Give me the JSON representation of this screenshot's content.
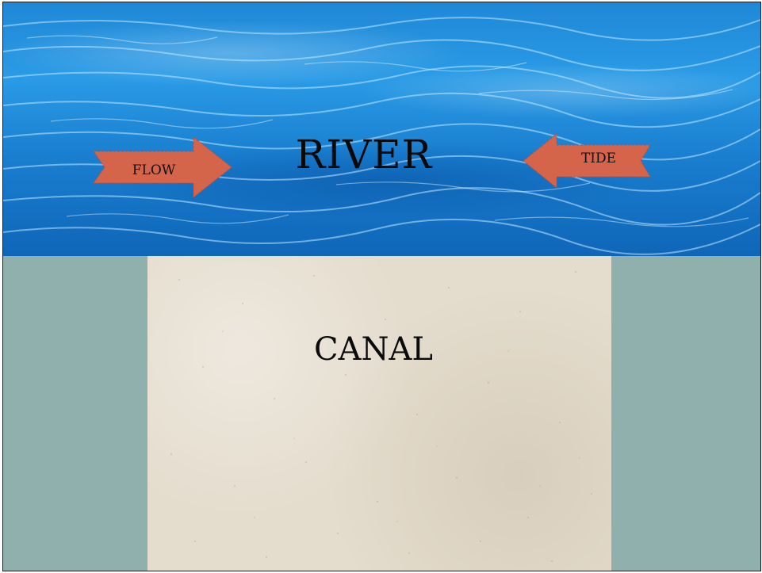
{
  "diagram": {
    "river_label": "RIVER",
    "canal_label": "CANAL",
    "flow_label": "FLOW",
    "tide_label": "TIDE"
  },
  "colors": {
    "water": "#1f88d6",
    "banks": "#8fb0ad",
    "canal": "#e4dccd",
    "arrow_fill": "#d4644a"
  }
}
